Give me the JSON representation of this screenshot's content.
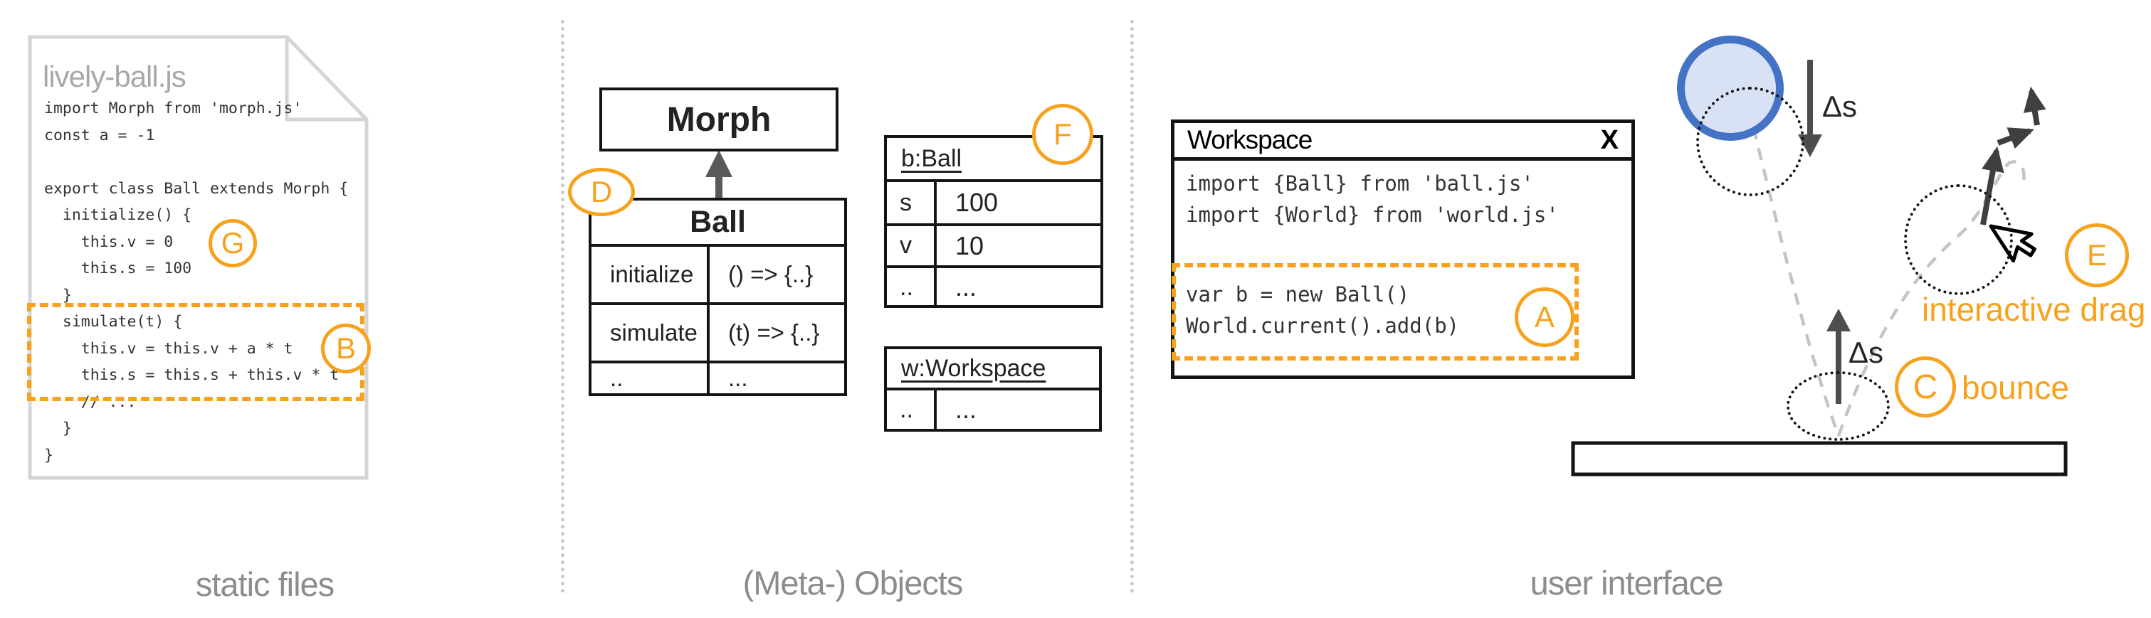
{
  "sections": {
    "static_files": "static files",
    "meta_objects": "(Meta-) Objects",
    "user_interface": "user interface"
  },
  "file": {
    "name": "lively-ball.js",
    "code": "import Morph from 'morph.js'\nconst a = -1\n\nexport class Ball extends Morph {\n  initialize() {\n    this.v = 0\n    this.s = 100\n  }\n  simulate(t) {\n    this.v = this.v + a * t\n    this.s = this.s + this.v * t\n    // ...\n  }\n}"
  },
  "annotations": {
    "a": "A",
    "b": "B",
    "c": "C",
    "d": "D",
    "e": "E",
    "f": "F",
    "g": "G"
  },
  "class_diagram": {
    "superclass": "Morph",
    "class_table": {
      "title": "Ball",
      "rows": [
        [
          "initialize",
          "() => {..}"
        ],
        [
          "simulate",
          "(t) => {..}"
        ],
        [
          "..",
          "..."
        ]
      ]
    },
    "instance_table": {
      "title": "b:Ball",
      "rows": [
        [
          "s",
          "100"
        ],
        [
          "v",
          "10"
        ],
        [
          "..",
          "..."
        ]
      ]
    },
    "workspace_object_table": {
      "title": "w:Workspace",
      "rows": [
        [
          "..",
          "..."
        ]
      ]
    }
  },
  "workspace_window": {
    "title": "Workspace",
    "close_label": "X",
    "imports": "import {Ball} from 'ball.js'\nimport {World} from 'world.js'",
    "snippet": "var b = new Ball()\nWorld.current().add(b)"
  },
  "illustration": {
    "delta_down_label": "Δs",
    "delta_up_label": "Δs",
    "bounce_label": "bounce",
    "drag_label": "interactive drag"
  },
  "colors": {
    "orange": "#F7A11C",
    "blue_stroke": "#4472C4",
    "blue_fill": "#D9E2F5",
    "arrow_gray": "#4D4D4D",
    "trajectory_gray": "#C4C4C4",
    "label_gray": "#8C8C8C"
  }
}
